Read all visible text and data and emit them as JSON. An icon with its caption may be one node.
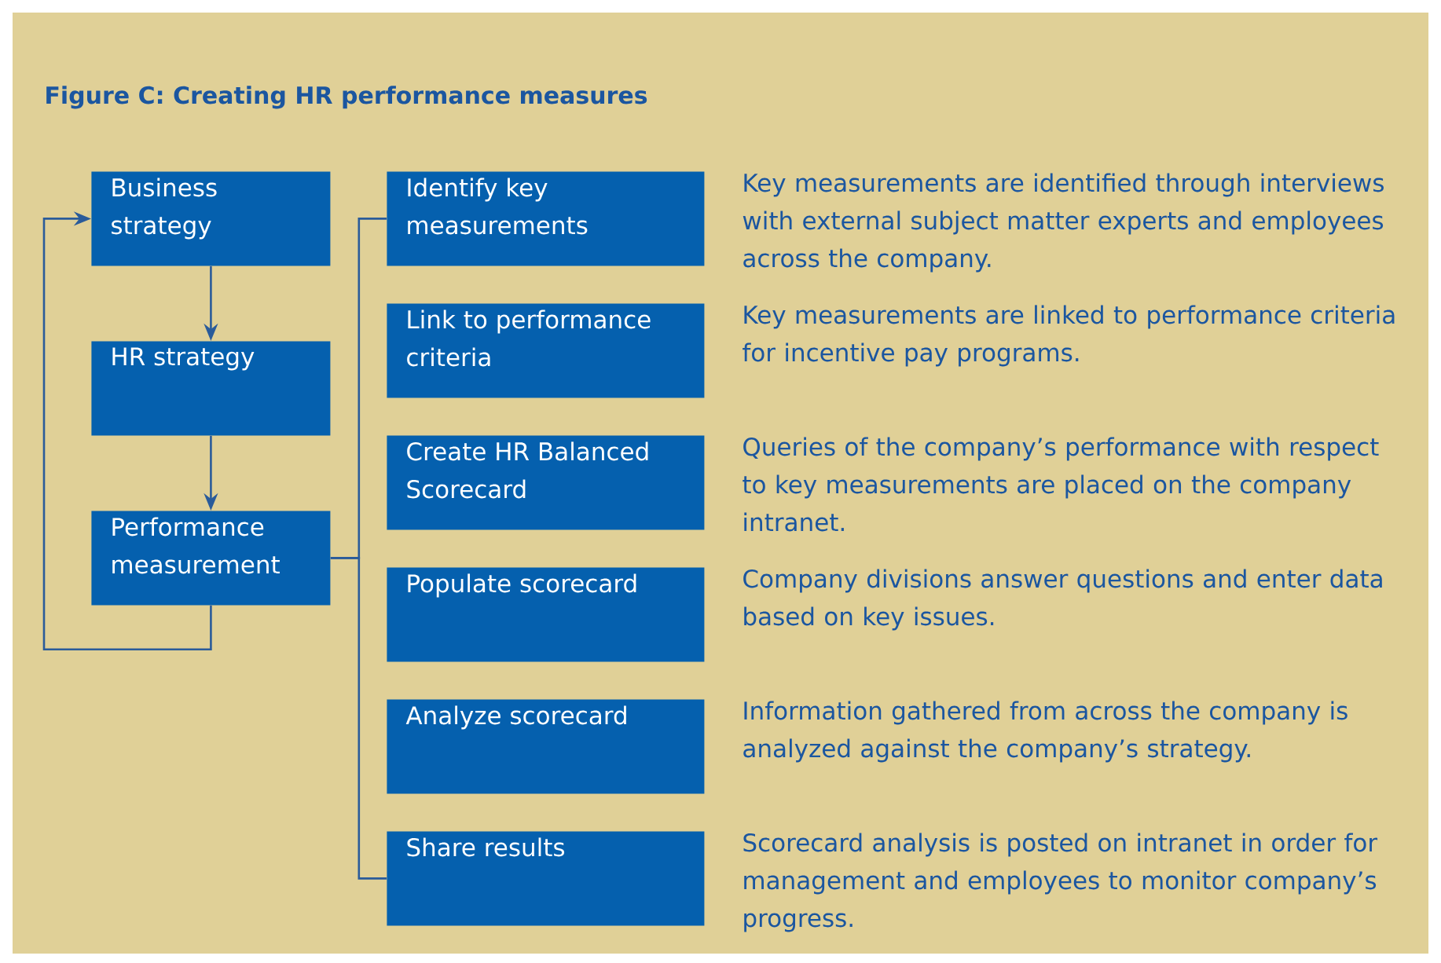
{
  "diagram": {
    "title": "Figure C: Creating HR performance measures",
    "nodes": [
      {
        "text": [
          "Business strategy"
        ]
      },
      {
        "text": [
          "HR strategy"
        ]
      },
      {
        "text": [
          "Performance measurement"
        ]
      },
      {
        "text": [
          "Identify key measurements"
        ],
        "beside": [
          "Key measurements are identified through interviews with external subject matter experts and employees across the company."
        ]
      },
      {
        "text": [
          "Link to performance criteria"
        ],
        "beside": [
          "Key measurements are linked to performance criteria for incentive pay programs."
        ]
      },
      {
        "text": [
          "Create HR Balanced Scorecard"
        ],
        "beside": [
          "Queries of the company’s performance with respect to key measurements are placed on the company intranet."
        ]
      },
      {
        "text": [
          "Populate scorecard"
        ],
        "beside": [
          "Company divisions answer questions and enter data based on key issues."
        ]
      },
      {
        "text": [
          "Analyze scorecard"
        ],
        "beside": [
          "Information gathered from across the company is analyzed against the company’s strategy."
        ]
      },
      {
        "text": [
          "Share results"
        ],
        "beside": [
          "Scorecard analysis is posted on intranet in order for management and employees to monitor company’s progress."
        ]
      }
    ],
    "edges": [
      {
        "from": 0,
        "to": 1,
        "arrow": "to"
      },
      {
        "from": 1,
        "to": 2,
        "arrow": "to"
      },
      {
        "from": 2,
        "to": 0,
        "arrow": "to"
      },
      {
        "from": 2,
        "to": 3,
        "arrow": "none"
      },
      {
        "from": 2,
        "to": 8,
        "arrow": "none"
      }
    ]
  }
}
